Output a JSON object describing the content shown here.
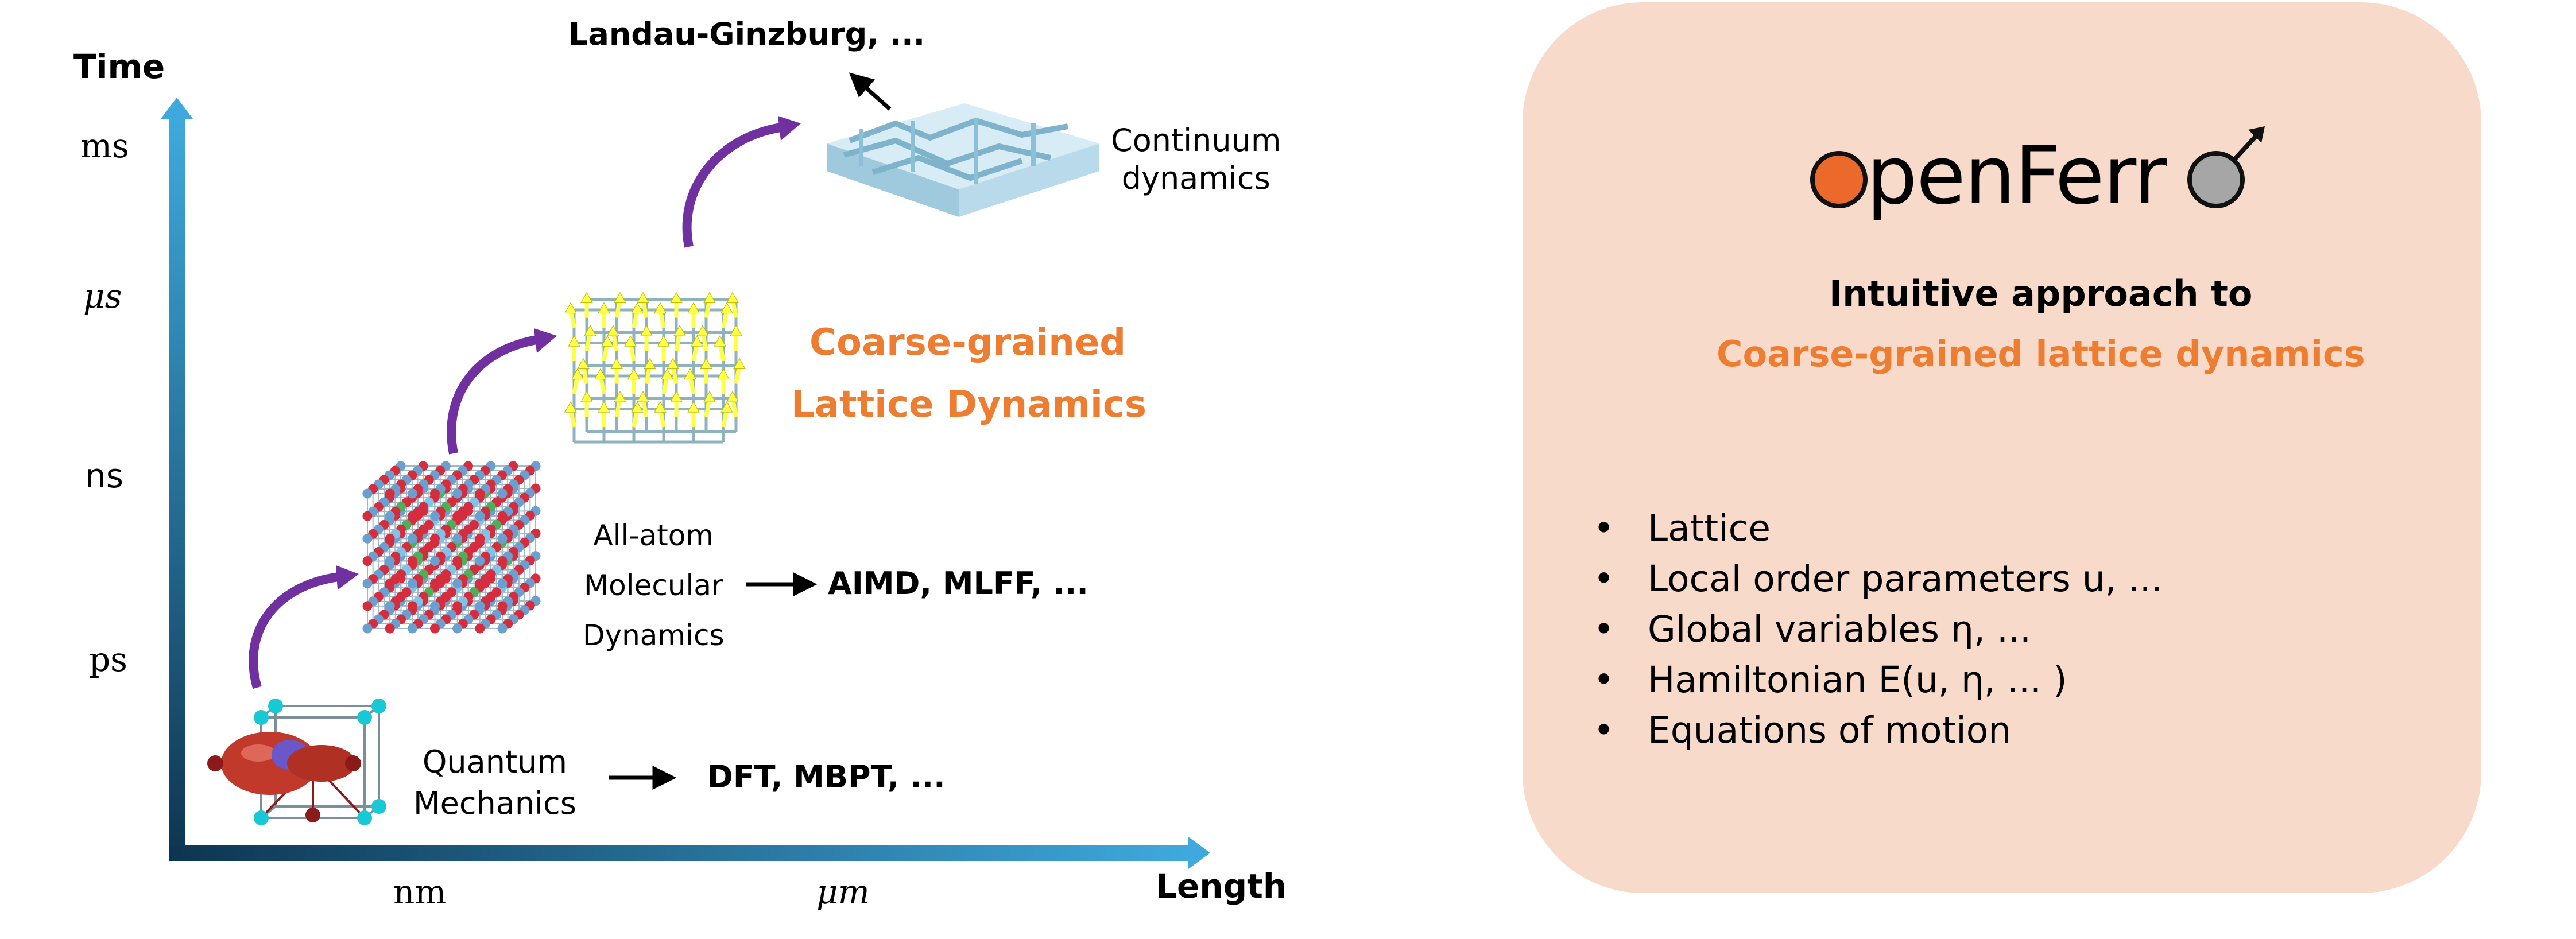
{
  "axes": {
    "y_title": "Time",
    "x_title": "Length",
    "y_ticks": [
      "ms",
      "μs",
      "ns",
      "ps"
    ],
    "x_ticks": [
      "nm",
      "μm"
    ],
    "gradient_colors": [
      "#0D3550",
      "#3FA9DD"
    ]
  },
  "stages": {
    "quantum": {
      "line1": "Quantum",
      "line2": "Mechanics",
      "methods": "DFT, MBPT, ..."
    },
    "allatom": {
      "line1": "All-atom",
      "line2": "Molecular",
      "line3": "Dynamics",
      "methods": "AIMD, MLFF, ..."
    },
    "coarse": {
      "line1": "Coarse-grained",
      "line2": "Lattice Dynamics"
    },
    "continuum": {
      "line1": "Continuum",
      "line2": "dynamics",
      "methods": "Landau-Ginzburg, ..."
    }
  },
  "panel": {
    "logo": {
      "text": "penFerr",
      "dot_color": "#EB6A2B",
      "end_color": "#A6A6A6"
    },
    "subtitle": "Intuitive approach to",
    "highlight": "Coarse-grained lattice dynamics",
    "bullets": [
      "Lattice",
      "Local order parameters u, ...",
      "Global variables η, ...",
      "Hamiltonian E(u, η, ... )",
      "Equations of motion"
    ]
  },
  "colors": {
    "accent": "#ED7D31",
    "panel_bg": "#F8DACB",
    "curved_arrow": "#7030A0",
    "spin_arrow": "#FFFF44",
    "lattice": "#8FB3BE"
  }
}
